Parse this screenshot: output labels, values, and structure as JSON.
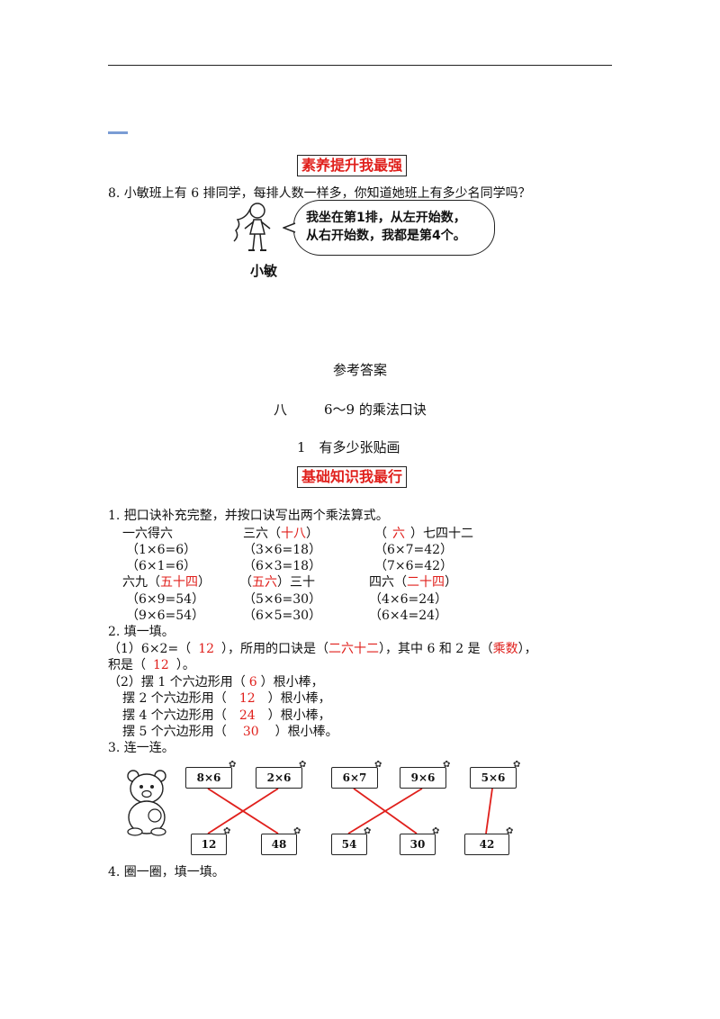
{
  "q8": {
    "heading": "素养提升我最强",
    "question": "8. 小敏班上有 6 排同学，每排人数一样多，你知道她班上有多少名同学吗？",
    "bubble_line1": "我坐在第1排，从左开始数，",
    "bubble_line2": "从右开始数，我都是第4个。",
    "girl_name": "小敏"
  },
  "answers": {
    "title": "参考答案",
    "unit_num": "八",
    "unit_title": "6～9 的乘法口诀",
    "lesson": "1　有多少张贴画",
    "heading": "基础知识我最行"
  },
  "q1": {
    "prompt": "1. 把口诀补充完整，并按口诀写出两个乘法算式。",
    "c1r1": "一六得六",
    "c2r1a": "三六（",
    "c2r1b": "十八",
    "c2r1c": "）",
    "c3r1a": "（",
    "c3r1b": "六",
    "c3r1c": "）七四十二",
    "c1r2": "（1×6=6）",
    "c2r2": "（3×6=18）",
    "c3r2": "（6×7=42）",
    "c1r3": "（6×1=6）",
    "c2r3": "（6×3=18）",
    "c3r3": "（7×6=42）",
    "c1r4a": "六九（",
    "c1r4b": "五十四",
    "c1r4c": "）",
    "c2r4a": "（",
    "c2r4b": "五六",
    "c2r4c": "）三十",
    "c3r4a": "四六（",
    "c3r4b": "二十四",
    "c3r4c": "）",
    "c1r5": "（6×9=54）",
    "c2r5": "（5×6=30）",
    "c3r5": "（4×6=24）",
    "c1r6": "（9×6=54）",
    "c2r6": "（6×5=30）",
    "c3r6": "（6×4=24）"
  },
  "q2": {
    "prompt": "2. 填一填。",
    "l1a": "（1）6×2=（",
    "l1b": "12",
    "l1c": "），所用的口诀是（",
    "l1d": "二六十二",
    "l1e": "），其中 6 和 2 是（",
    "l1f": "乘数",
    "l1g": "），",
    "l2a": "积是（",
    "l2b": "12",
    "l2c": "）。",
    "l3a": "（2）摆 1 个六边形用（",
    "l3b": "6",
    "l3c": "）根小棒，",
    "l4a": "摆 2 个六边形用（",
    "l4b": "12",
    "l4c": "）根小棒，",
    "l5a": "摆 4 个六边形用（",
    "l5b": "24",
    "l5c": "）根小棒，",
    "l6a": "摆 5 个六边形用（",
    "l6b": "30",
    "l6c": "）根小棒。"
  },
  "q3": {
    "prompt": "3. 连一连。",
    "top_cards": [
      "8×6",
      "2×6",
      "6×7",
      "9×6",
      "5×6"
    ],
    "bottom_cards": [
      "12",
      "48",
      "54",
      "30",
      "42"
    ],
    "line_color": "#e0201c"
  },
  "q4": {
    "prompt": "4. 圈一圈，填一填。"
  }
}
